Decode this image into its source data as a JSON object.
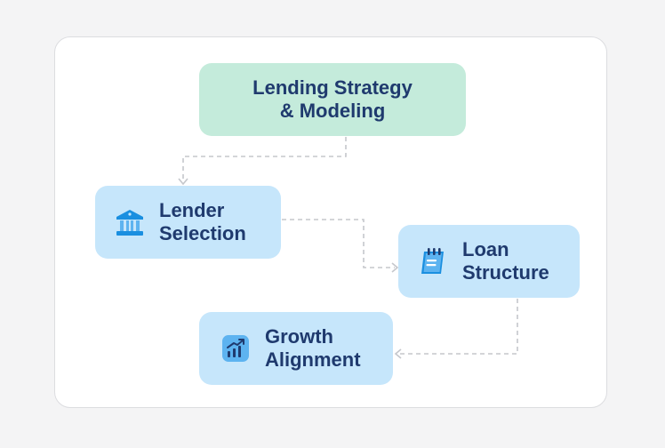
{
  "nodes": {
    "strategy": {
      "line1": "Lending Strategy",
      "line2": "& Modeling"
    },
    "lender": {
      "line1": "Lender",
      "line2": "Selection",
      "icon": "bank-icon"
    },
    "loan": {
      "line1": "Loan",
      "line2": "Structure",
      "icon": "notepad-icon"
    },
    "growth": {
      "line1": "Growth",
      "line2": "Alignment",
      "icon": "growth-chart-icon"
    }
  },
  "colors": {
    "title_node": "#c4ebdb",
    "step_node": "#c6e6fb",
    "text": "#1f3a6e",
    "icon": "#1a8fe0",
    "connector": "#c5c7cc"
  }
}
